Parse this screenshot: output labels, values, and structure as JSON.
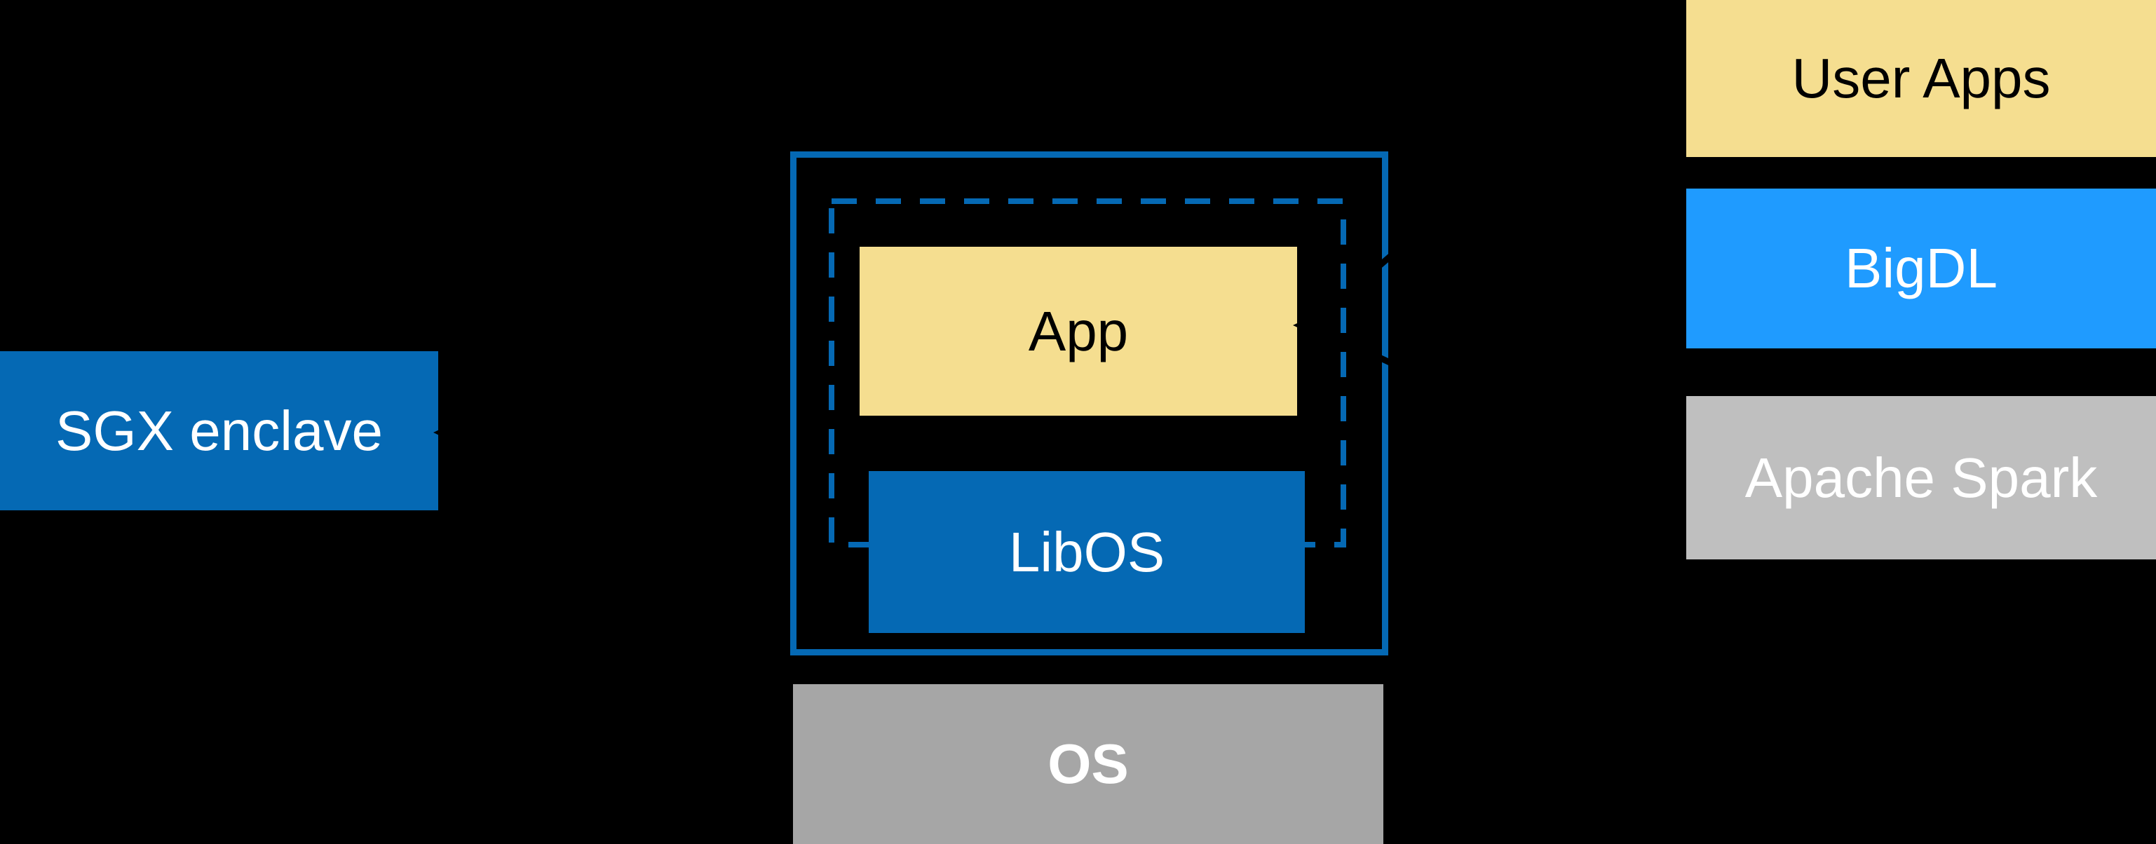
{
  "colors": {
    "background": "#000000",
    "intel_blue": "#0569B4",
    "bright_blue": "#1F9BFF",
    "soft_yellow": "#F5DE90",
    "light_gray": "#BFBFBF",
    "medium_gray": "#A6A6A6",
    "text_light": "#FFFFFF",
    "text_dark": "#000000",
    "connector_black": "#000000"
  },
  "boxes": {
    "sgx": {
      "label": "SGX enclave"
    },
    "app": {
      "label": "App"
    },
    "libos": {
      "label": "LibOS"
    },
    "os": {
      "label": "OS"
    }
  },
  "right_stack": [
    {
      "label": "User Apps"
    },
    {
      "label": "BigDL"
    },
    {
      "label": "Apache Spark"
    }
  ]
}
